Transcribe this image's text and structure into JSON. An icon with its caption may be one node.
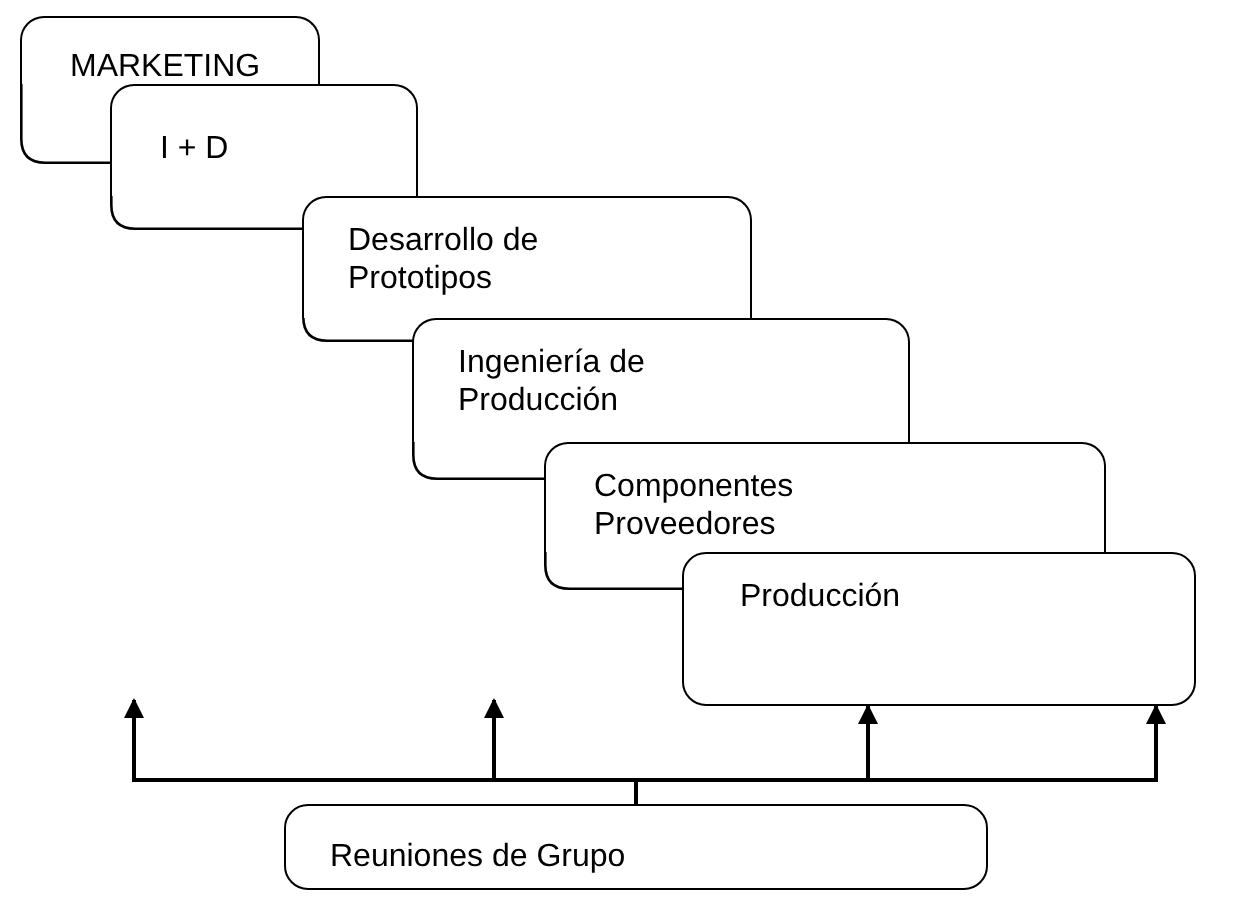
{
  "diagram": {
    "nodes": [
      {
        "text": [
          "MARKETING"
        ]
      },
      {
        "text": [
          "I + D"
        ]
      },
      {
        "text": [
          "Desarrollo de Prototipos"
        ]
      },
      {
        "text": [
          "Ingeniería de Producción"
        ]
      },
      {
        "text": [
          "Componentes Proveedores"
        ]
      },
      {
        "text": [
          "Producción"
        ]
      },
      {
        "text": [
          "Reuniones de Grupo"
        ]
      }
    ],
    "edges": [
      {
        "from": 6,
        "to": null,
        "arrow": "to"
      },
      {
        "from": 6,
        "to": null,
        "arrow": "to"
      },
      {
        "from": 6,
        "to": 5,
        "arrow": "to"
      },
      {
        "from": 6,
        "to": 5,
        "arrow": "to"
      }
    ]
  }
}
